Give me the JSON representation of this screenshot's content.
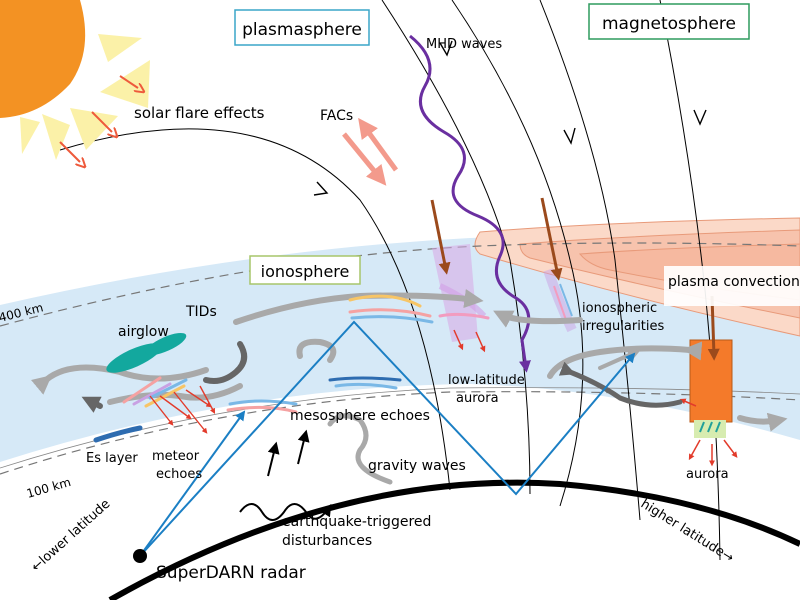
{
  "boxes": {
    "plasmasphere": "plasmasphere",
    "magnetosphere": "magnetosphere",
    "ionosphere": "ionosphere"
  },
  "labels": {
    "solar_flare": "solar flare effects",
    "mhd_waves": "MHD waves",
    "facs": "FACs",
    "plasma_convection": "plasma convection",
    "tids": "TIDs",
    "airglow": "airglow",
    "ionospheric_irregularities_1": "ionospheric",
    "ionospheric_irregularities_2": "irregularities",
    "low_latitude_aurora_1": "low-latitude",
    "low_latitude_aurora_2": "aurora",
    "mesosphere_echoes": "mesosphere echoes",
    "es_layer": "Es layer",
    "meteor_echoes_1": "meteor",
    "meteor_echoes_2": "echoes",
    "gravity_waves": "gravity waves",
    "aurora": "aurora",
    "earthquake_1": "earthquake-triggered",
    "earthquake_2": "disturbances",
    "radar": "SuperDARN radar",
    "alt_400": "400 km",
    "alt_100": "100 km",
    "lower_latitude": "←lower latitude",
    "higher_latitude": "higher latitude→"
  },
  "colors": {
    "ionosphere_band": "#d6e9f7",
    "sun": "#f39223",
    "sun_rays": "#fbf1a8",
    "radar_beam": "#1b7fc4",
    "mhd_wave": "#6a2fa0",
    "flare_arrow": "#ee5a3c",
    "fac_arrow": "#f39a8c",
    "plasma_outer": "#fbd9c8",
    "plasma_mid": "#f6b9a0",
    "aurora_column": "#f47a2a",
    "plasmasphere_border": "#3aa6c9",
    "magnetosphere_border": "#2e9b5e",
    "ionosphere_border": "#a7c66a",
    "grey_arrow": "#a9a9a9"
  }
}
